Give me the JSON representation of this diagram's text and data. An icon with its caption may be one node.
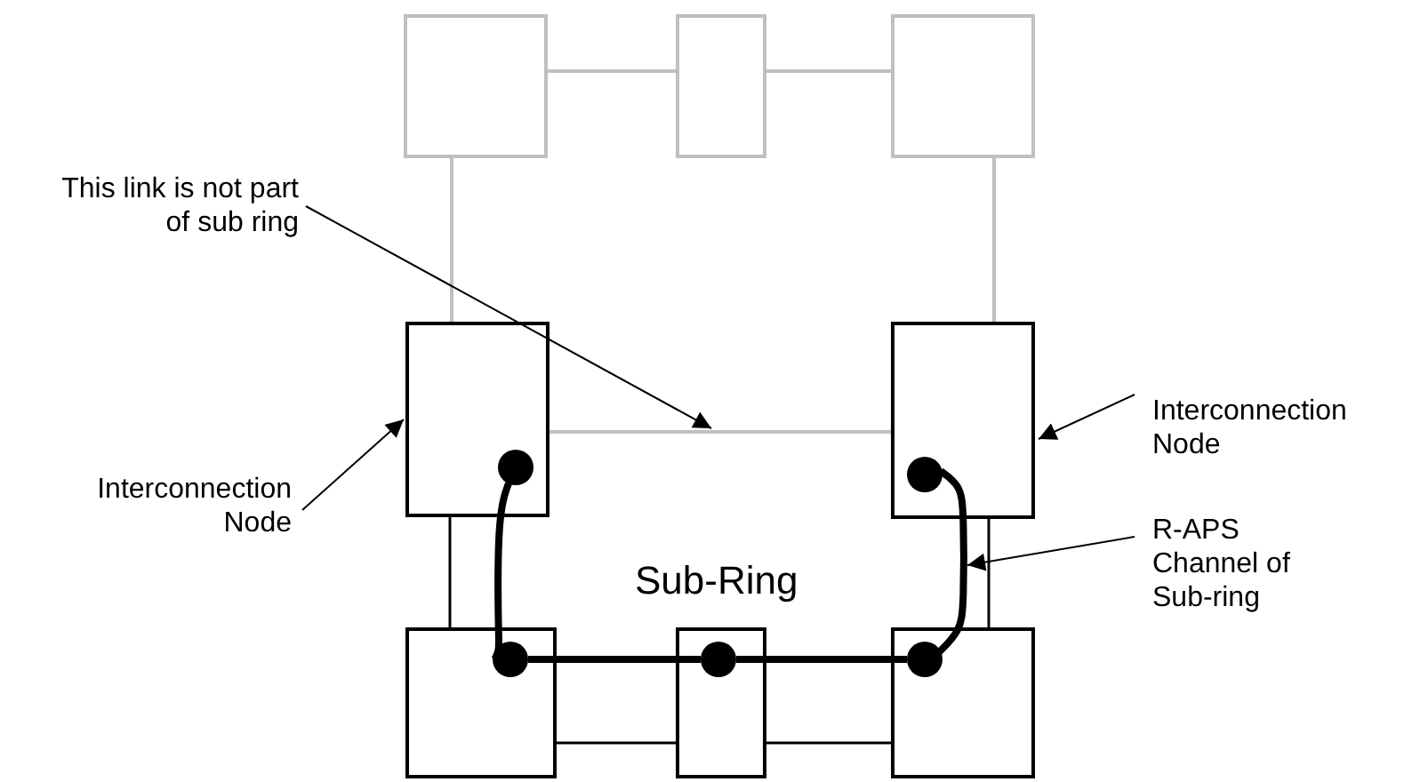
{
  "diagram": {
    "nodes": [
      {
        "text": [],
        "shape": "box"
      },
      {
        "text": [],
        "shape": "box"
      },
      {
        "text": [],
        "shape": "box"
      },
      {
        "text": [
          "This link is not part of sub ring"
        ]
      },
      {
        "text": [],
        "shape": "box"
      },
      {
        "text": [],
        "shape": "box"
      },
      {
        "text": [
          "Interconnection Node"
        ]
      },
      {
        "text": [
          "Interconnection Node"
        ]
      },
      {
        "text": [
          "R-APS Channel of Sub-ring"
        ]
      },
      {
        "text": [],
        "shape": "box"
      },
      {
        "text": [],
        "shape": "box"
      },
      {
        "text": [],
        "shape": "box"
      },
      {
        "text": [],
        "shape": "circle",
        "in": 4
      },
      {
        "text": [],
        "shape": "circle",
        "in": 5
      },
      {
        "text": [],
        "shape": "circle",
        "in": 9
      },
      {
        "text": [],
        "shape": "circle",
        "in": 10
      },
      {
        "text": [],
        "shape": "circle",
        "in": 11
      }
    ],
    "edges": [
      {
        "from": 0,
        "to": 1,
        "arrow": "none",
        "color": "#c0c0c0"
      },
      {
        "from": 1,
        "to": 2,
        "arrow": "none",
        "color": "#c0c0c0"
      },
      {
        "from": 0,
        "to": 4,
        "arrow": "none",
        "color": "#c0c0c0"
      },
      {
        "from": 2,
        "to": 5,
        "arrow": "none",
        "color": "#c0c0c0"
      },
      {
        "from": 4,
        "to": 5,
        "arrow": "none",
        "color": "#c0c0c0"
      },
      {
        "from": 4,
        "to": 9,
        "arrow": "none"
      },
      {
        "from": 5,
        "to": 11,
        "arrow": "none"
      },
      {
        "from": 9,
        "to": 10,
        "arrow": "none"
      },
      {
        "from": 10,
        "to": 11,
        "arrow": "none"
      },
      {
        "from": 3,
        "to": null,
        "arrow": "to"
      },
      {
        "from": 7,
        "to": 4,
        "arrow": "to"
      },
      {
        "from": 6,
        "to": 5,
        "arrow": "to"
      },
      {
        "from": 8,
        "to": null,
        "arrow": "to"
      },
      {
        "from": 12,
        "to": 14,
        "arrow": "none",
        "style": "thick"
      },
      {
        "from": 14,
        "to": 15,
        "arrow": "none",
        "style": "thick"
      },
      {
        "from": 15,
        "to": 16,
        "arrow": "none",
        "style": "thick"
      },
      {
        "from": 16,
        "to": 13,
        "arrow": "none",
        "style": "thick"
      }
    ],
    "labels": [
      "Sub-Ring"
    ]
  }
}
